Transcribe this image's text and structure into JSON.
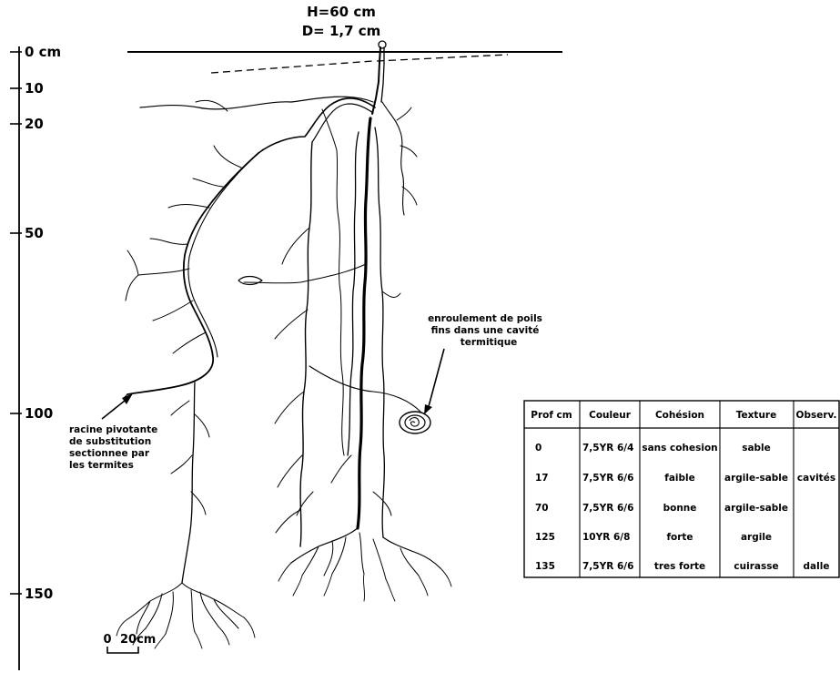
{
  "header": {
    "height_label": "H=60 cm",
    "diameter_label": "D= 1,7 cm"
  },
  "depth_scale": {
    "ticks": [
      {
        "label": "0 cm",
        "depth": 0
      },
      {
        "label": "10",
        "depth": 10
      },
      {
        "label": "20",
        "depth": 20
      },
      {
        "label": "50",
        "depth": 50
      },
      {
        "label": "100",
        "depth": 100
      },
      {
        "label": "150",
        "depth": 150
      }
    ]
  },
  "annotations": {
    "termite_cavity": [
      "enroulement de poils",
      "fins dans une cavité",
      "termitique"
    ],
    "taproot": [
      "racine pivotante",
      "de substitution",
      "sectionnee par",
      "les termites"
    ]
  },
  "scale_bar": {
    "zero": "0",
    "length": "20cm"
  },
  "soil_table": {
    "headers": [
      "Prof cm",
      "Couleur",
      "Cohésion",
      "Texture",
      "Observ."
    ],
    "rows": [
      [
        "0",
        "7,5YR 6/4",
        "sans cohesion",
        "sable",
        ""
      ],
      [
        "17",
        "7,5YR 6/6",
        "faible",
        "argile-sable",
        "cavités"
      ],
      [
        "70",
        "7,5YR 6/6",
        "bonne",
        "argile-sable",
        ""
      ],
      [
        "125",
        "10YR 6/8",
        "forte",
        "argile",
        ""
      ],
      [
        "135",
        "7,5YR 6/6",
        "tres forte",
        "cuirasse",
        "dalle"
      ]
    ]
  }
}
